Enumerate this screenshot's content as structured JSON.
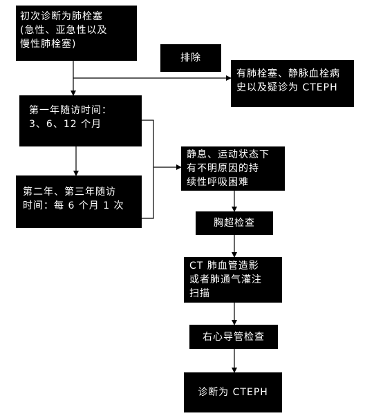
{
  "nodes": {
    "initial_diagnosis": "初次诊断为肺栓塞（急性、亚急性以及慢性肺栓塞）",
    "exclude": "排除",
    "history": "有肺栓塞、静脉血栓病史以及疑诊为 CTEPH",
    "first_year": "第一年随访时间：3、6、12 个月",
    "second_third_year": "第二年、第三年随访时间：每 6 个月 1 次",
    "symptoms": "静息、运动状态下有不明原因的持续性呼吸困难",
    "echo": "胸超检查",
    "ct": "CT 肺血管造影或者肺通气灌注扫描",
    "rhc": "右心导管检查",
    "diagnosis": "诊断为 CTEPH"
  },
  "lines": {
    "initial_1": "初次诊断为肺栓塞",
    "initial_2": "(急性、亚急性以及",
    "initial_3": "慢性肺栓塞)",
    "history_1": "有肺栓塞、静脉血栓病",
    "history_2": "史以及疑诊为 CTEPH",
    "first_year_1": "第一年随访时间：",
    "first_year_2": "3、6、12 个月",
    "second_1": "第二年、第三年随访",
    "second_2": "时间：每 6 个月 1 次",
    "symptoms_1": "静息、运动状态下",
    "symptoms_2": "有不明原因的持",
    "symptoms_3": "续性呼吸困难",
    "ct_1": "CT 肺血管造影",
    "ct_2": "或者肺通气灌注",
    "ct_3": "扫描"
  }
}
